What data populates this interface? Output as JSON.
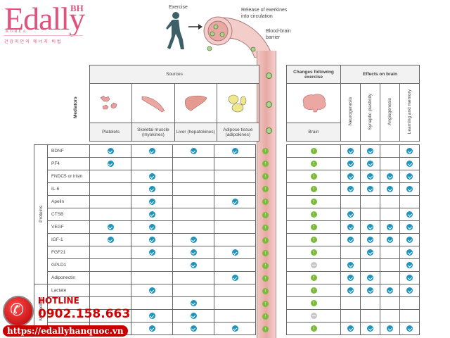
{
  "brand": {
    "name": "Edally",
    "suffix": "BH",
    "country": "KOREA",
    "tagline": "건강미인의 에너지 비법",
    "color": "#e0527b"
  },
  "header": {
    "exercise_label": "Exercise",
    "release_label": "Release of exerkines into circulation",
    "bbb_label": "Blood-brain barrier"
  },
  "sources_table": {
    "group_header": "Sources",
    "mediators_label": "Mediators",
    "columns": [
      {
        "label": "Platelets",
        "icon": "platelets-icon"
      },
      {
        "label": "Skeletal muscle (myokines)",
        "icon": "muscle-icon"
      },
      {
        "label": "Liver (hepatokines)",
        "icon": "liver-icon"
      },
      {
        "label": "Adipose tissue (adipokines)",
        "icon": "adipose-icon"
      }
    ]
  },
  "effects_table": {
    "changes_header": "Changes following exercise",
    "brain_label": "Brain",
    "effects_header": "Effects on brain",
    "effect_columns": [
      "Neurogenesis",
      "Synaptic plasticity",
      "Angiogenesis",
      "Learning and memory"
    ]
  },
  "groups": [
    {
      "label": "Proteins",
      "rows": 11
    },
    {
      "label": "Metabolites",
      "rows": 4
    }
  ],
  "rows": [
    {
      "name": "BDNF",
      "sources": [
        1,
        1,
        1,
        1
      ],
      "change": "up",
      "effects": [
        1,
        1,
        0,
        1
      ]
    },
    {
      "name": "PF4",
      "sources": [
        1,
        0,
        0,
        0
      ],
      "change": "up",
      "effects": [
        1,
        1,
        0,
        1
      ]
    },
    {
      "name": "FNDC5 or irisin",
      "sources": [
        0,
        1,
        0,
        0
      ],
      "change": "up",
      "effects": [
        1,
        1,
        1,
        1
      ]
    },
    {
      "name": "IL-6",
      "sources": [
        0,
        1,
        0,
        0
      ],
      "change": "up",
      "effects": [
        1,
        1,
        1,
        1
      ]
    },
    {
      "name": "Apelin",
      "sources": [
        0,
        1,
        0,
        1
      ],
      "change": "up",
      "effects": [
        0,
        0,
        0,
        0
      ]
    },
    {
      "name": "CTSB",
      "sources": [
        0,
        1,
        0,
        0
      ],
      "change": "up",
      "effects": [
        1,
        0,
        0,
        1
      ]
    },
    {
      "name": "VEGF",
      "sources": [
        1,
        1,
        0,
        0
      ],
      "change": "up",
      "effects": [
        1,
        1,
        1,
        1
      ]
    },
    {
      "name": "IGF-1",
      "sources": [
        1,
        1,
        1,
        0
      ],
      "change": "up",
      "effects": [
        1,
        1,
        1,
        1
      ]
    },
    {
      "name": "FGF21",
      "sources": [
        0,
        1,
        1,
        1
      ],
      "change": "up",
      "effects": [
        0,
        1,
        0,
        1
      ]
    },
    {
      "name": "GPLD1",
      "sources": [
        0,
        0,
        1,
        0
      ],
      "change": "no-change",
      "effects": [
        1,
        0,
        0,
        1
      ]
    },
    {
      "name": "Adiponectin",
      "sources": [
        0,
        0,
        0,
        1
      ],
      "change": "up",
      "effects": [
        1,
        1,
        0,
        1
      ]
    },
    {
      "name": "Lactate",
      "sources": [
        0,
        1,
        0,
        0
      ],
      "change": "up",
      "effects": [
        1,
        1,
        1,
        1
      ]
    },
    {
      "name": "",
      "sources": [
        0,
        0,
        1,
        0
      ],
      "change": "up",
      "effects": [
        0,
        0,
        0,
        0
      ]
    },
    {
      "name": "",
      "sources": [
        0,
        1,
        1,
        0
      ],
      "change": "no-change",
      "effects": [
        0,
        0,
        0,
        0
      ]
    },
    {
      "name": "",
      "sources": [
        0,
        1,
        1,
        1
      ],
      "change": "up",
      "effects": [
        1,
        1,
        1,
        1
      ]
    }
  ],
  "hotline": {
    "label": "HOTLINE",
    "number": "0902.158.663",
    "url": "https://edallyhanquoc.vn"
  },
  "colors": {
    "check": "#1e94bd",
    "up_arrow": "#7bbb3b",
    "no_change": "#c5c8cb",
    "vessel": "#e8a9a4"
  }
}
